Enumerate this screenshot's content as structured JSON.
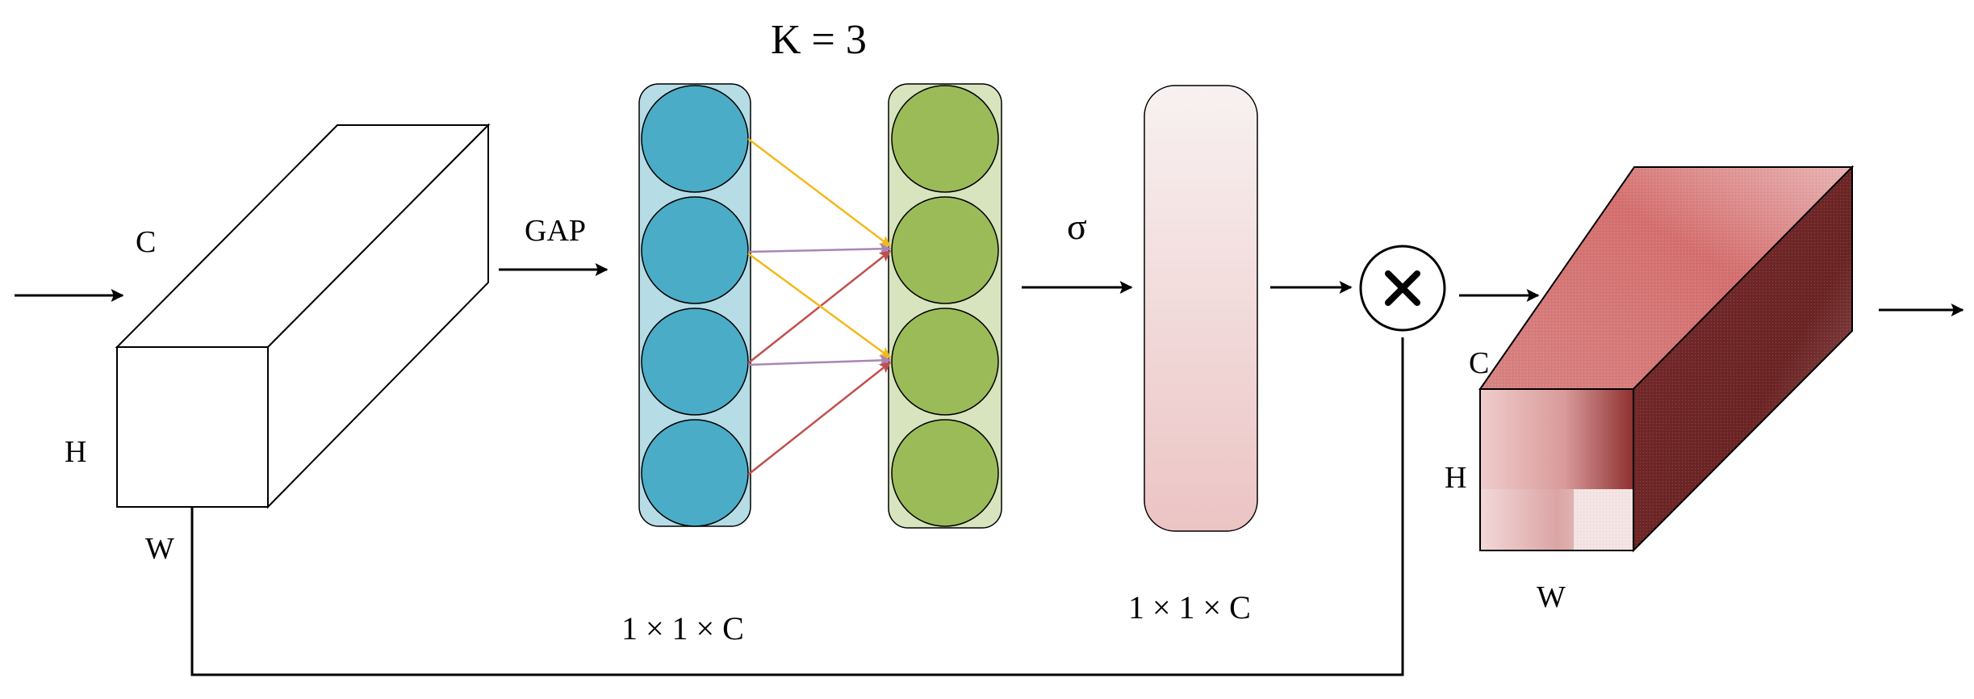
{
  "labels": {
    "input_c": "C",
    "input_h": "H",
    "input_w": "W",
    "gap": "GAP",
    "k": "K = 3",
    "dims_fc": "1 × 1 × C",
    "sigma": "σ",
    "dims_weights": "1 × 1 × C",
    "multiply": "×",
    "output_c": "C",
    "output_h": "H",
    "output_w": "W"
  },
  "colors": {
    "input_node": "#4aacc6",
    "input_column": "#b6dce6",
    "output_node": "#9bbb59",
    "output_column": "#d7e4bd",
    "arrow_yellow": "#f2b91a",
    "arrow_purple": "#a886b4",
    "arrow_red": "#c0504d",
    "weights_top": "#f7eeee",
    "weights_bottom": "#edc6c6",
    "cube_front": "#e6b4b4",
    "cube_top": "#d97a7a",
    "cube_side": "#6e2a2a"
  },
  "icons": {
    "multiply": "multiply-circle-icon",
    "arrow": "arrow-right-icon"
  }
}
